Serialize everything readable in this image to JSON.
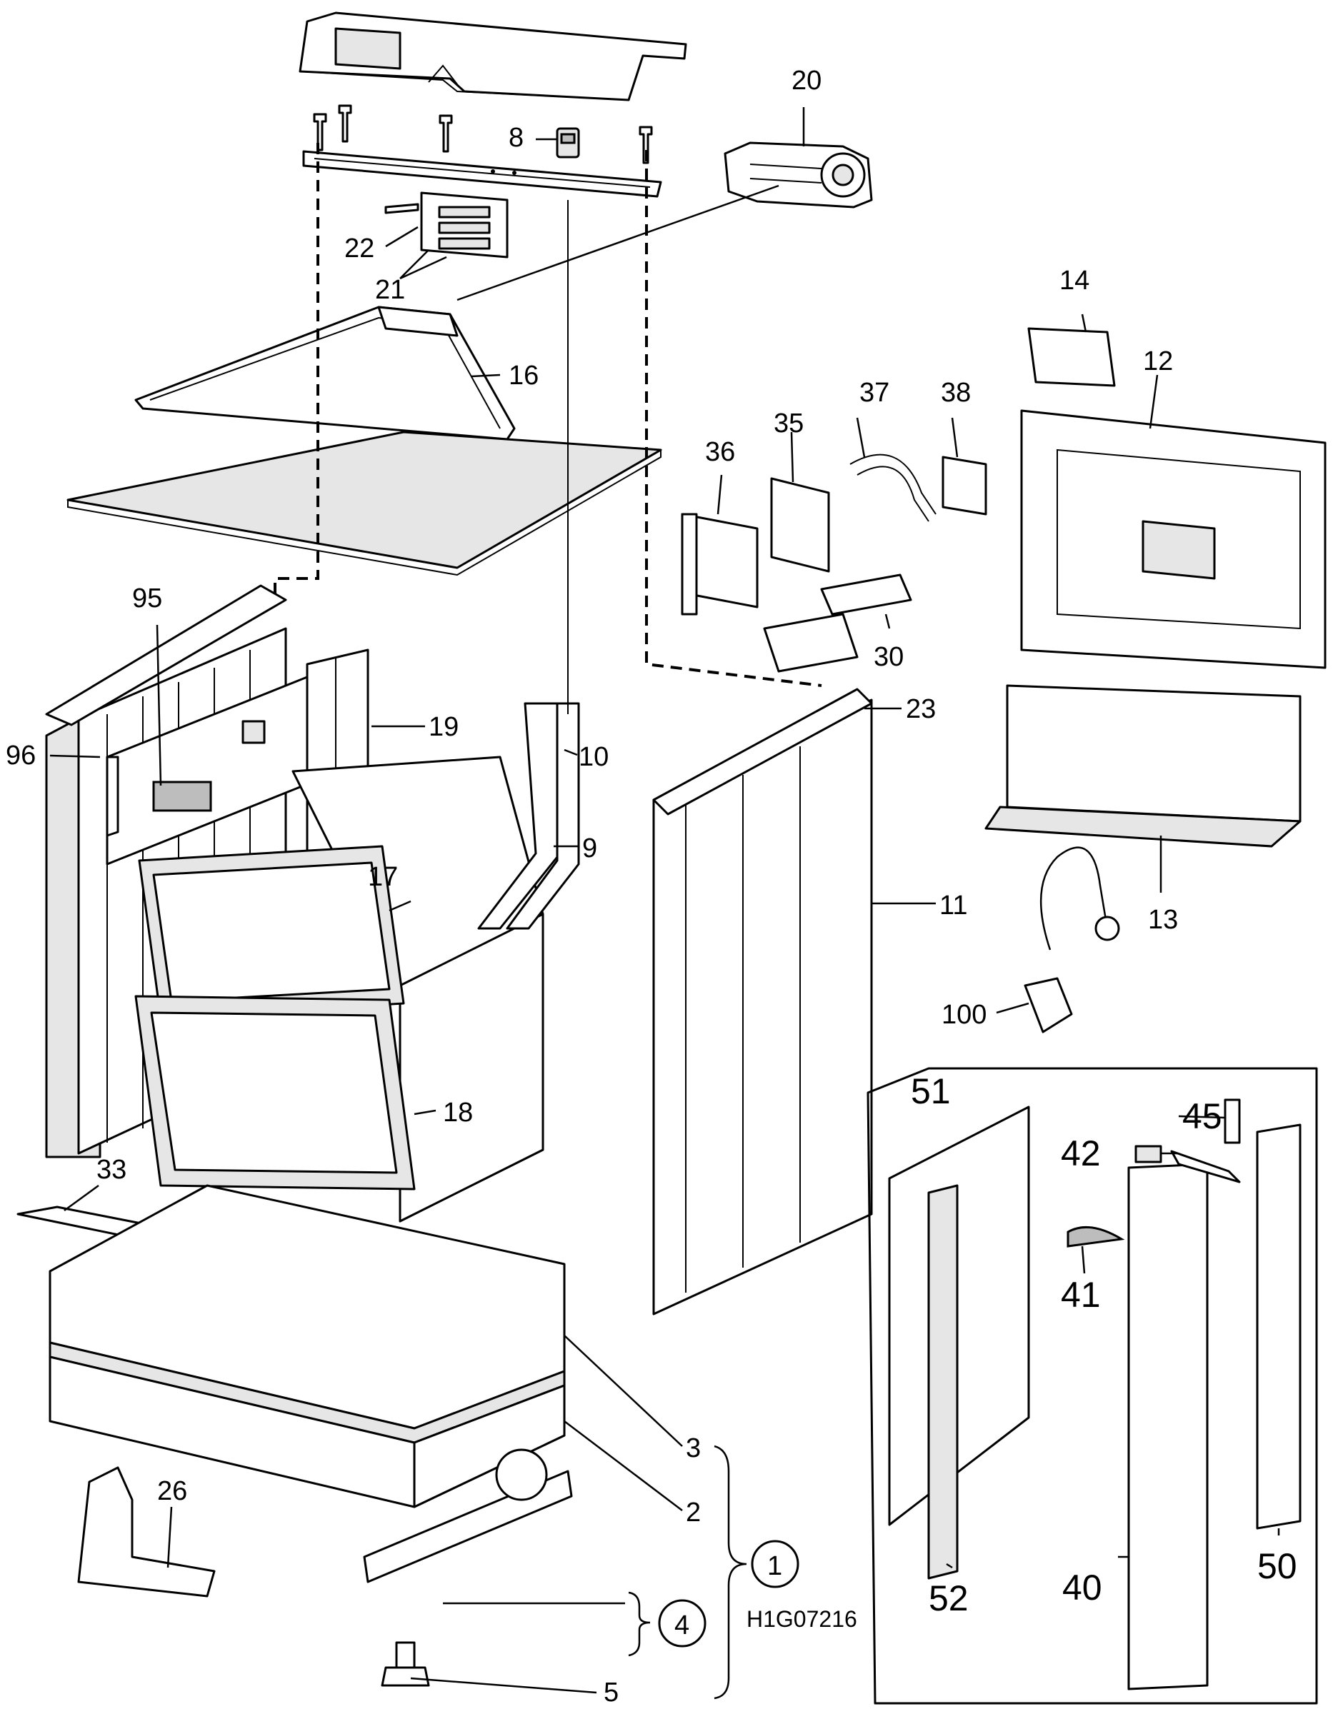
{
  "drawing": {
    "code": "H1G07216",
    "callouts": [
      {
        "id": "20",
        "text": "20"
      },
      {
        "id": "8",
        "text": "8"
      },
      {
        "id": "22",
        "text": "22"
      },
      {
        "id": "21",
        "text": "21"
      },
      {
        "id": "16",
        "text": "16"
      },
      {
        "id": "14",
        "text": "14"
      },
      {
        "id": "12",
        "text": "12"
      },
      {
        "id": "37",
        "text": "37"
      },
      {
        "id": "38",
        "text": "38"
      },
      {
        "id": "35",
        "text": "35"
      },
      {
        "id": "36",
        "text": "36"
      },
      {
        "id": "30",
        "text": "30"
      },
      {
        "id": "95",
        "text": "95"
      },
      {
        "id": "96",
        "text": "96"
      },
      {
        "id": "19",
        "text": "19"
      },
      {
        "id": "10",
        "text": "10"
      },
      {
        "id": "23",
        "text": "23"
      },
      {
        "id": "9",
        "text": "9"
      },
      {
        "id": "17",
        "text": "17"
      },
      {
        "id": "11",
        "text": "11"
      },
      {
        "id": "13",
        "text": "13"
      },
      {
        "id": "100",
        "text": "100"
      },
      {
        "id": "18",
        "text": "18"
      },
      {
        "id": "33",
        "text": "33"
      },
      {
        "id": "51",
        "text": "51"
      },
      {
        "id": "45",
        "text": "45"
      },
      {
        "id": "42",
        "text": "42"
      },
      {
        "id": "41",
        "text": "41"
      },
      {
        "id": "3",
        "text": "3"
      },
      {
        "id": "2",
        "text": "2"
      },
      {
        "id": "26",
        "text": "26"
      },
      {
        "id": "52",
        "text": "52"
      },
      {
        "id": "40",
        "text": "40"
      },
      {
        "id": "50",
        "text": "50"
      },
      {
        "id": "5",
        "text": "5"
      }
    ],
    "groups": [
      {
        "id": "1",
        "text": "1"
      },
      {
        "id": "4",
        "text": "4"
      }
    ]
  }
}
